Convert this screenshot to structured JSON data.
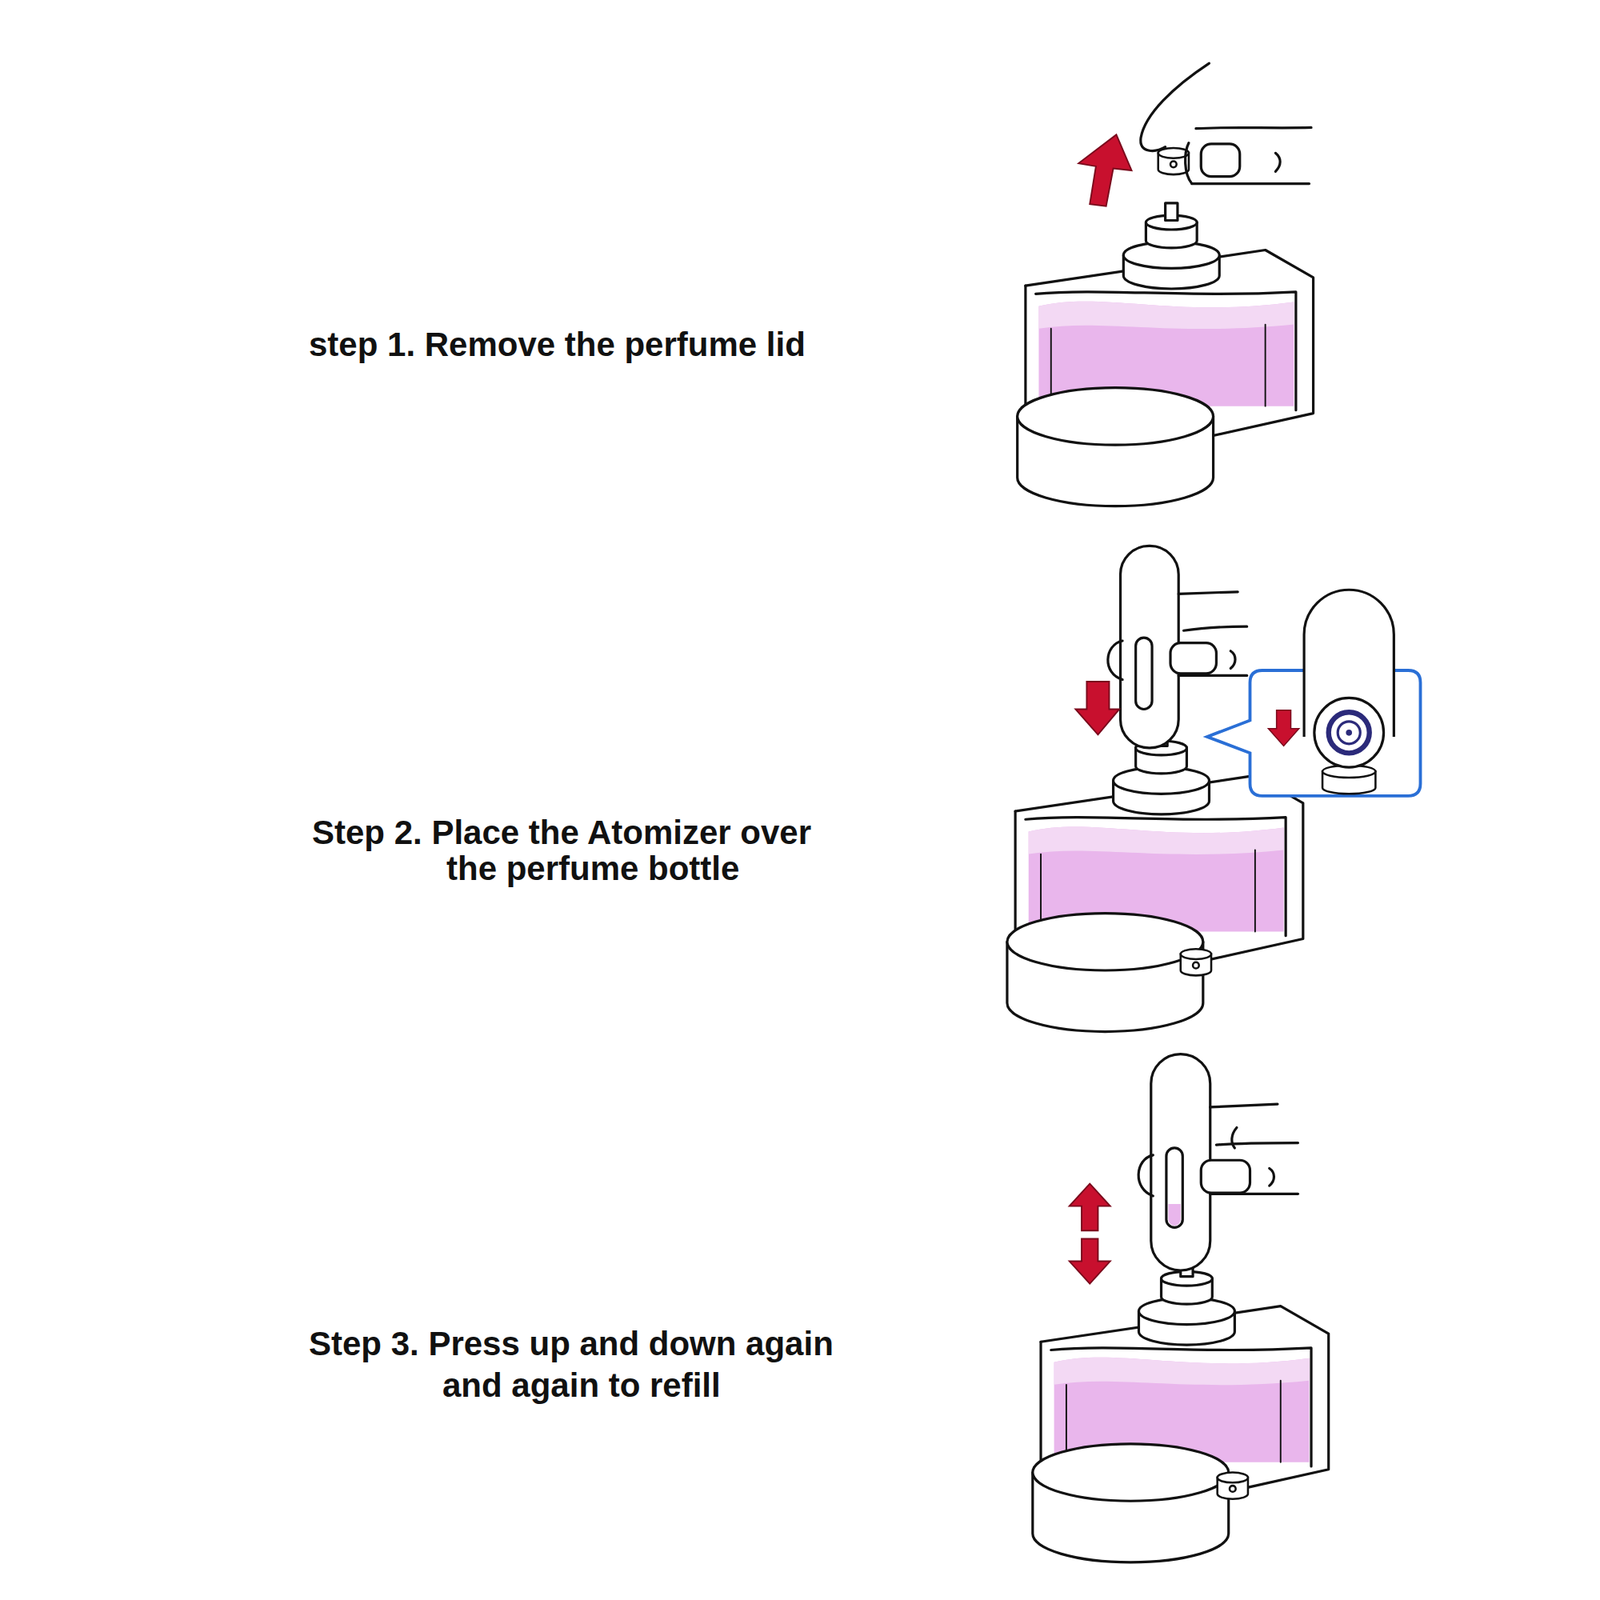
{
  "diagram": {
    "labels": [
      "step 1. Remove the perfume lid",
      "Step 2. Place the Atomizer over the perfume bottle",
      "Step 3. Press up and down again and again to refill"
    ]
  }
}
